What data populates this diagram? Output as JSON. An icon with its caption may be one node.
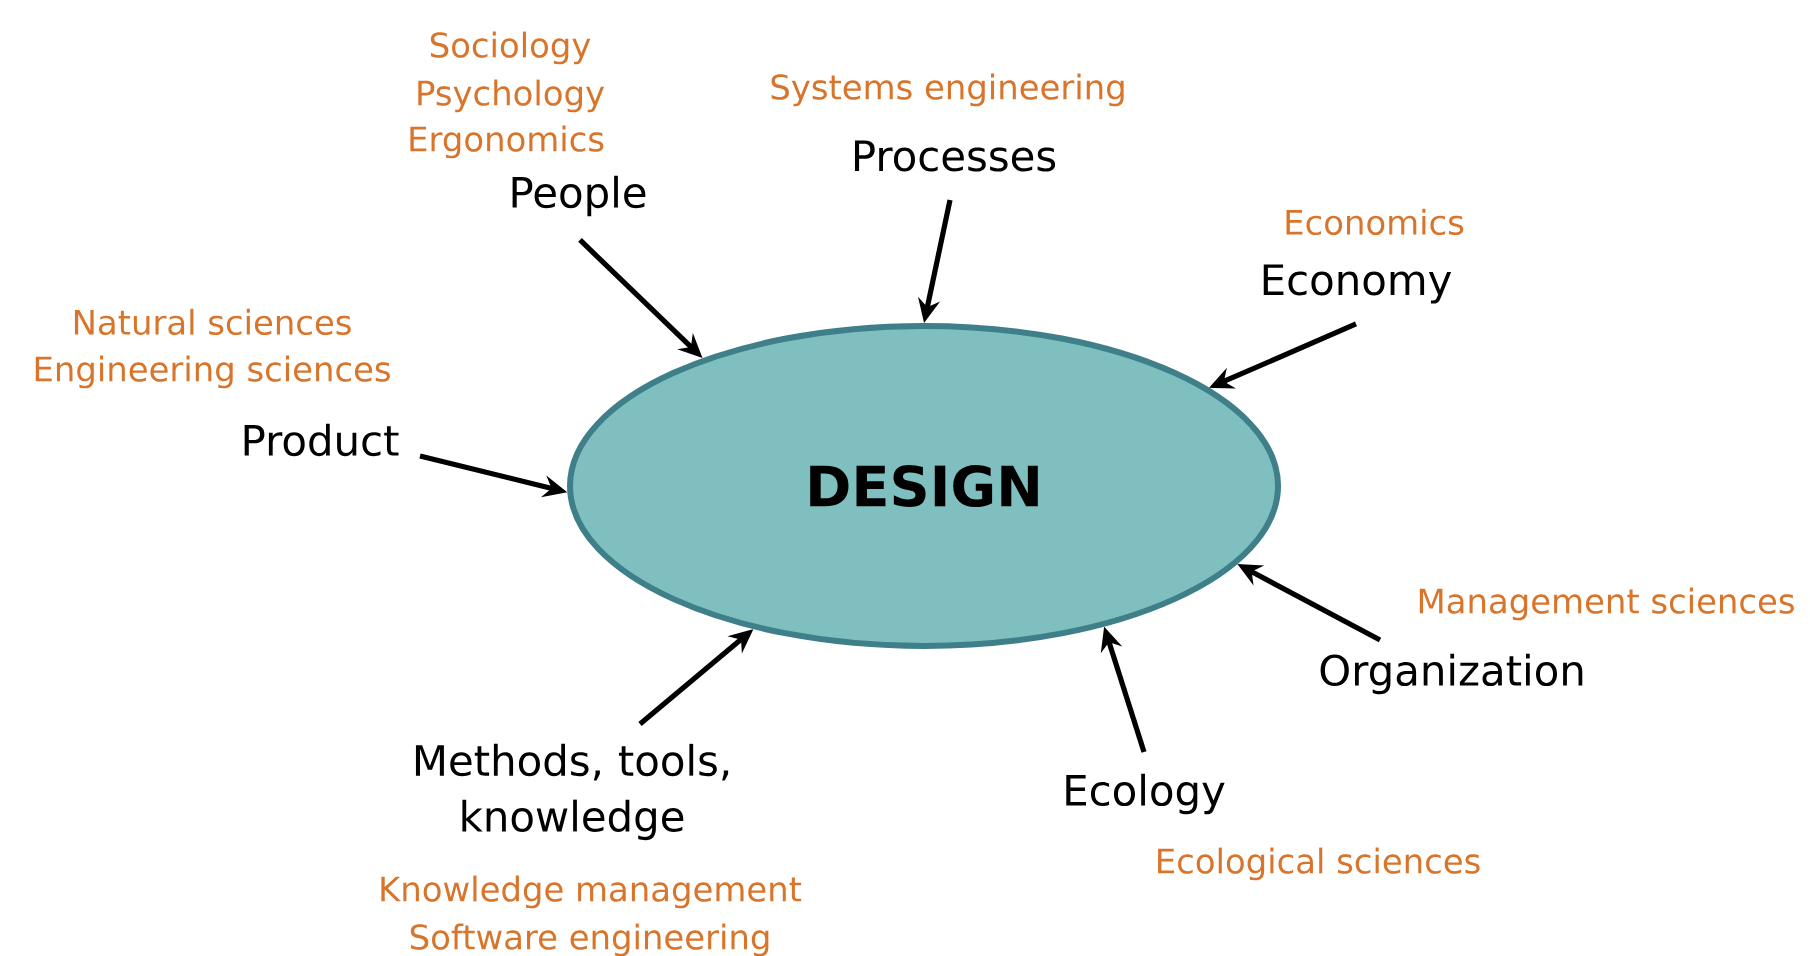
{
  "diagram": {
    "nodes": [
      {
        "text": [
          "DESIGN"
        ]
      },
      {
        "text": [
          "People"
        ],
        "beside": [
          "Sociology",
          "Psychology",
          "Ergonomics"
        ]
      },
      {
        "text": [
          "Processes"
        ],
        "beside": [
          "Systems engineering"
        ]
      },
      {
        "text": [
          "Economy"
        ],
        "beside": [
          "Economics"
        ]
      },
      {
        "text": [
          "Product"
        ],
        "beside": [
          "Natural sciences",
          "Engineering sciences"
        ]
      },
      {
        "text": [
          "Organization"
        ],
        "beside": [
          "Management sciences"
        ]
      },
      {
        "text": [
          "Methods, tools, knowledge"
        ],
        "beside": [
          "Knowledge management",
          "Software engineering"
        ]
      },
      {
        "text": [
          "Ecology"
        ],
        "beside": [
          "Ecological sciences"
        ]
      }
    ],
    "edges": [
      {
        "from": 1,
        "to": 0,
        "arrow": "to"
      },
      {
        "from": 2,
        "to": 0,
        "arrow": "to"
      },
      {
        "from": 3,
        "to": 0,
        "arrow": "to"
      },
      {
        "from": 4,
        "to": 0,
        "arrow": "to"
      },
      {
        "from": 5,
        "to": 0,
        "arrow": "to"
      },
      {
        "from": 6,
        "to": 0,
        "arrow": "to"
      },
      {
        "from": 7,
        "to": 0,
        "arrow": "to"
      }
    ]
  }
}
